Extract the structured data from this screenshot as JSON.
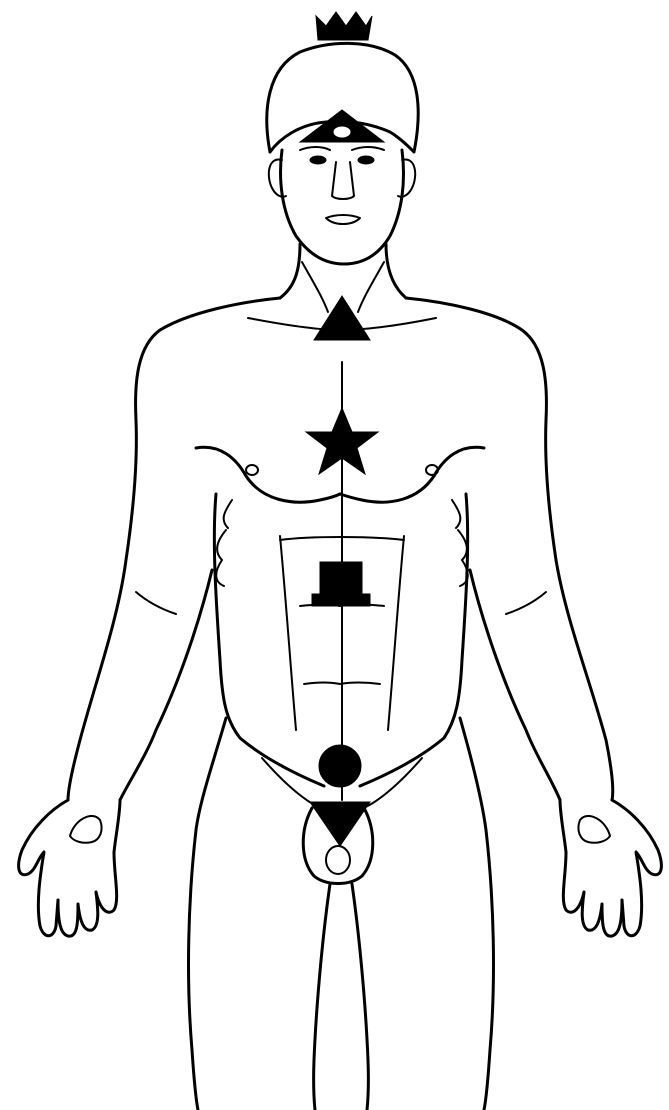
{
  "figure": {
    "subject": "human-body-outline",
    "line_color": "#000000",
    "background_color": "#ffffff"
  },
  "symbols": [
    {
      "id": "crown",
      "icon": "crown-icon"
    },
    {
      "id": "brow",
      "icon": "eye-triangle-icon"
    },
    {
      "id": "throat",
      "icon": "triangle-icon"
    },
    {
      "id": "heart",
      "icon": "star-icon"
    },
    {
      "id": "solar-plexus",
      "icon": "hat-square-icon"
    },
    {
      "id": "sacral",
      "icon": "circle-icon"
    },
    {
      "id": "root",
      "icon": "inverted-triangle-icon"
    }
  ]
}
